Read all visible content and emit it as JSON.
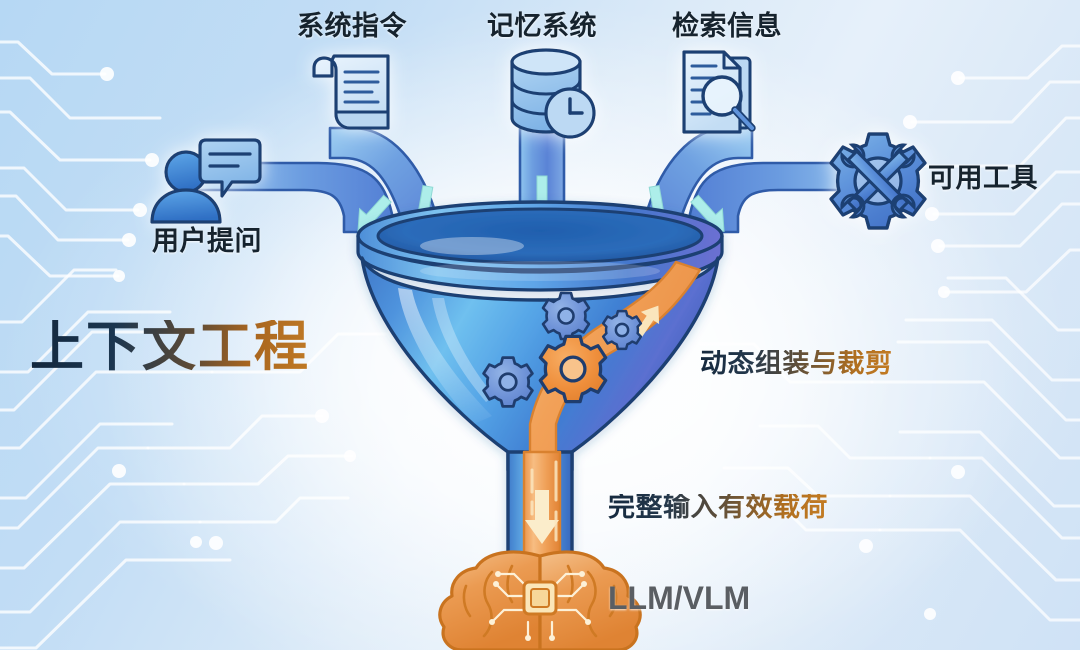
{
  "diagram": {
    "title": "上下文工程",
    "theme_colors": {
      "background_blue": "#b6d8f4",
      "background_light": "#e8f2fb",
      "funnel_blue": "#3f7fd0",
      "funnel_blue_light": "#6fb4e8",
      "funnel_rim_dark": "#1d3f73",
      "pipe_blue": "#4f7fd4",
      "arrow_cyan": "#a8ecec",
      "stream_orange": "#f0a359",
      "gear_orange": "#ef8f3c",
      "gear_blue": "#6f93d8",
      "brain_orange": "#e8903f",
      "title_navy": "#12263c",
      "title_copper": "#c07a25",
      "llm_gray": "#5a5e63",
      "circuit_white": "#ffffff"
    },
    "inputs": [
      {
        "id": "system-instructions",
        "label": "系统指令",
        "icon": "scroll-document-icon"
      },
      {
        "id": "memory-system",
        "label": "记忆系统",
        "icon": "database-clock-icon"
      },
      {
        "id": "retrieval-info",
        "label": "检索信息",
        "icon": "document-magnifier-icon"
      },
      {
        "id": "available-tools",
        "label": "可用工具",
        "icon": "gear-wrenches-icon"
      },
      {
        "id": "user-question",
        "label": "用户提问",
        "icon": "user-chat-bubble-icon"
      }
    ],
    "stages": [
      {
        "id": "dynamic-assembly",
        "label": "动态组装与裁剪"
      },
      {
        "id": "full-payload",
        "label": "完整输入有效载荷"
      }
    ],
    "output": {
      "id": "llm-vlm",
      "label": "LLM/VLM",
      "icon": "brain-chip-icon"
    },
    "funnel": {
      "icon": "funnel-icon",
      "gear_count": 4,
      "inflow_arrow_count": 5,
      "outflow_arrow": "down-arrow"
    }
  }
}
